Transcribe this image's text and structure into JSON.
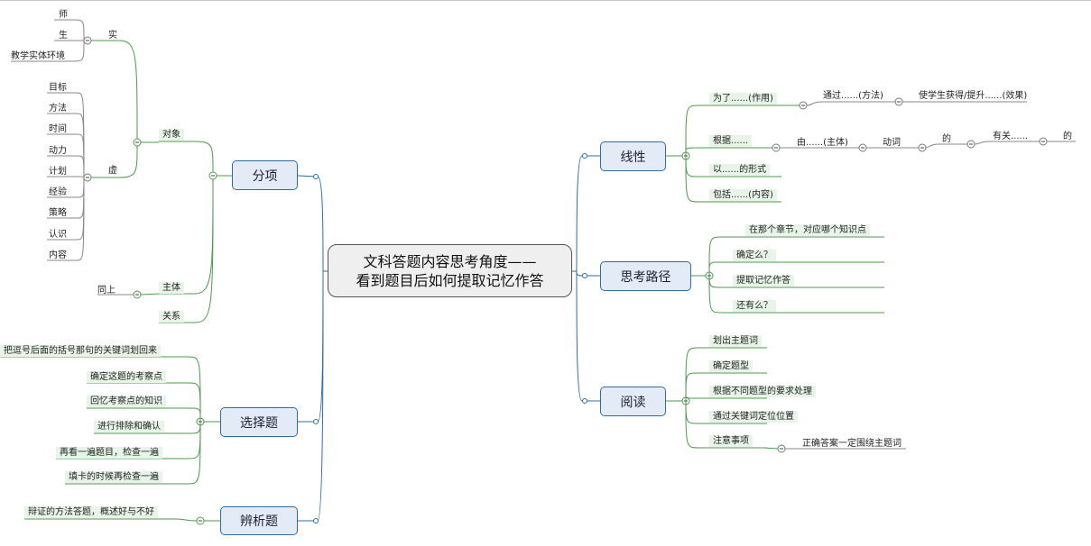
{
  "root": {
    "line1": "文科答题内容思考角度——",
    "line2": "看到题目后如何提取记忆作答"
  },
  "colors": {
    "branch_blue": "#2e6da4",
    "leaf_green": "#4c9a4c",
    "topic_fill": "#e3ebf6",
    "center_fill": "#efefef"
  },
  "fenxiang": {
    "label": "分项",
    "duixiang": "对象",
    "shi": "实",
    "shi_items": [
      "师",
      "生",
      "教学实体环境"
    ],
    "xu": "虚",
    "xu_items": [
      "目标",
      "方法",
      "时间",
      "动力",
      "计划",
      "经验",
      "策略",
      "认识",
      "内容"
    ],
    "zhuti": "主体",
    "tongshang": "同上",
    "guanxi": "关系"
  },
  "xuanze": {
    "label": "选择题",
    "items": [
      "把逗号后面的括号那句的关键词划回来",
      "确定这题的考察点",
      "回忆考察点的知识",
      "进行排除和确认",
      "再看一遍题目，检查一遍",
      "填卡的时候再检查一遍"
    ]
  },
  "bianxi": {
    "label": "辨析题",
    "item": "辩证的方法答题，概述好与不好"
  },
  "xianxing": {
    "label": "线性",
    "weile": "为了......(作用)",
    "tongguo": "通过......(方法)",
    "shixuesheng": "使学生获得/提升......(效果)",
    "genju": "根据......",
    "you": "由......(主体)",
    "dongci": "动词",
    "de1": "的",
    "youguan": "有关......",
    "de2": "的",
    "yi": "以......的形式",
    "baokuo": "包括......(内容)"
  },
  "silu": {
    "label": "思考路径",
    "items": [
      "在那个章节，对应哪个知识点",
      "确定么？",
      "提取记忆作答",
      "还有么？"
    ]
  },
  "yuedu": {
    "label": "阅读",
    "items": [
      "划出主题词",
      "确定题型",
      "根据不同题型的要求处理",
      "通过关键词定位位置",
      "注意事项"
    ],
    "zhuyi_child": "正确答案一定围绕主题词"
  }
}
